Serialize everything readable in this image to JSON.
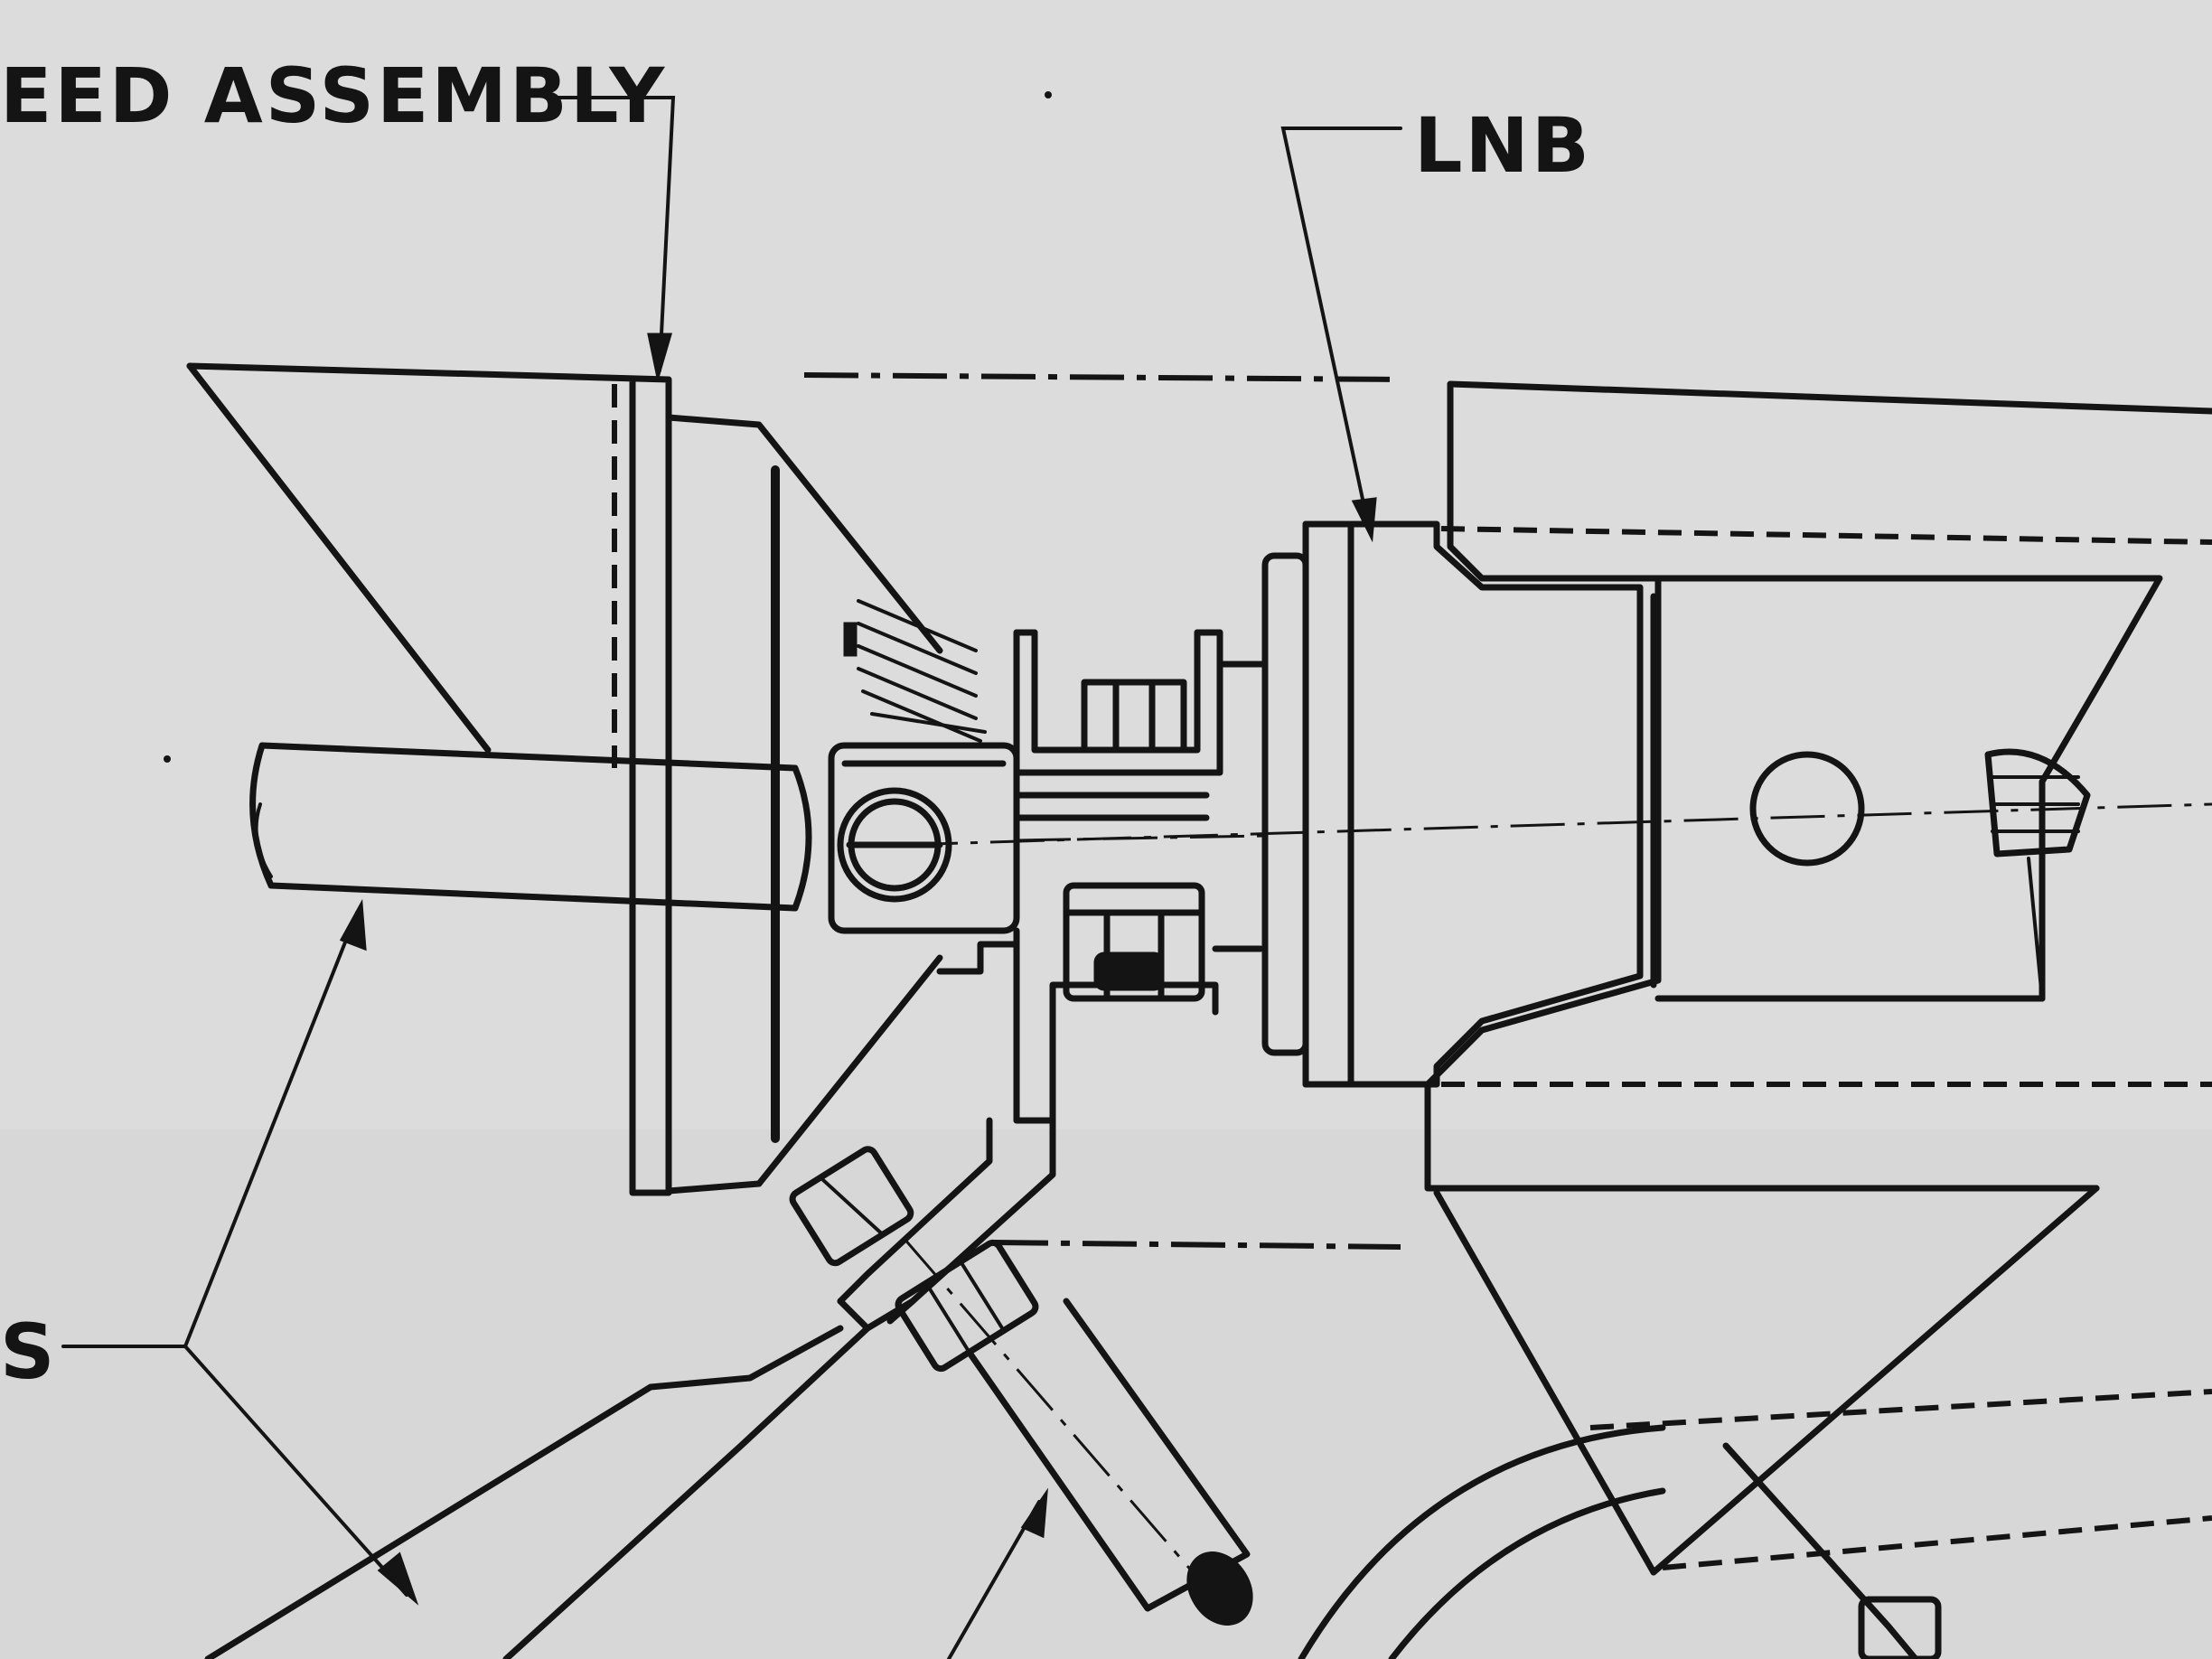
{
  "labels": {
    "feed_assembly": "EED ASSEMBLY",
    "lnb": "LNB",
    "left_partial": "S"
  },
  "colors": {
    "paper": "#dcdcdc",
    "ink": "#141414"
  }
}
